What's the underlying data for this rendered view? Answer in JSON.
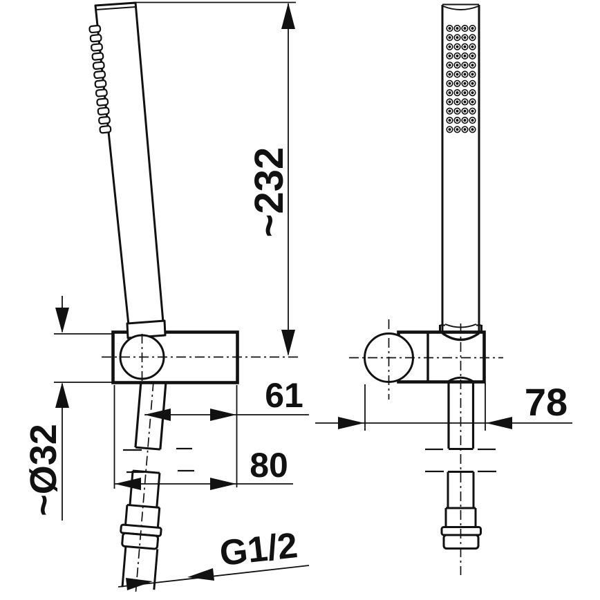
{
  "drawing": {
    "colors": {
      "line": "#111111",
      "background": "#ffffff"
    },
    "labels": {
      "length": "~232",
      "holder_diameter": "~Ø32",
      "axis_offset": "61",
      "overall_depth": "80",
      "thread": "G1/2",
      "bracket_width": "78"
    },
    "nozzles": {
      "front_rows": 12,
      "front_cols": 4,
      "side_count": 12
    }
  }
}
